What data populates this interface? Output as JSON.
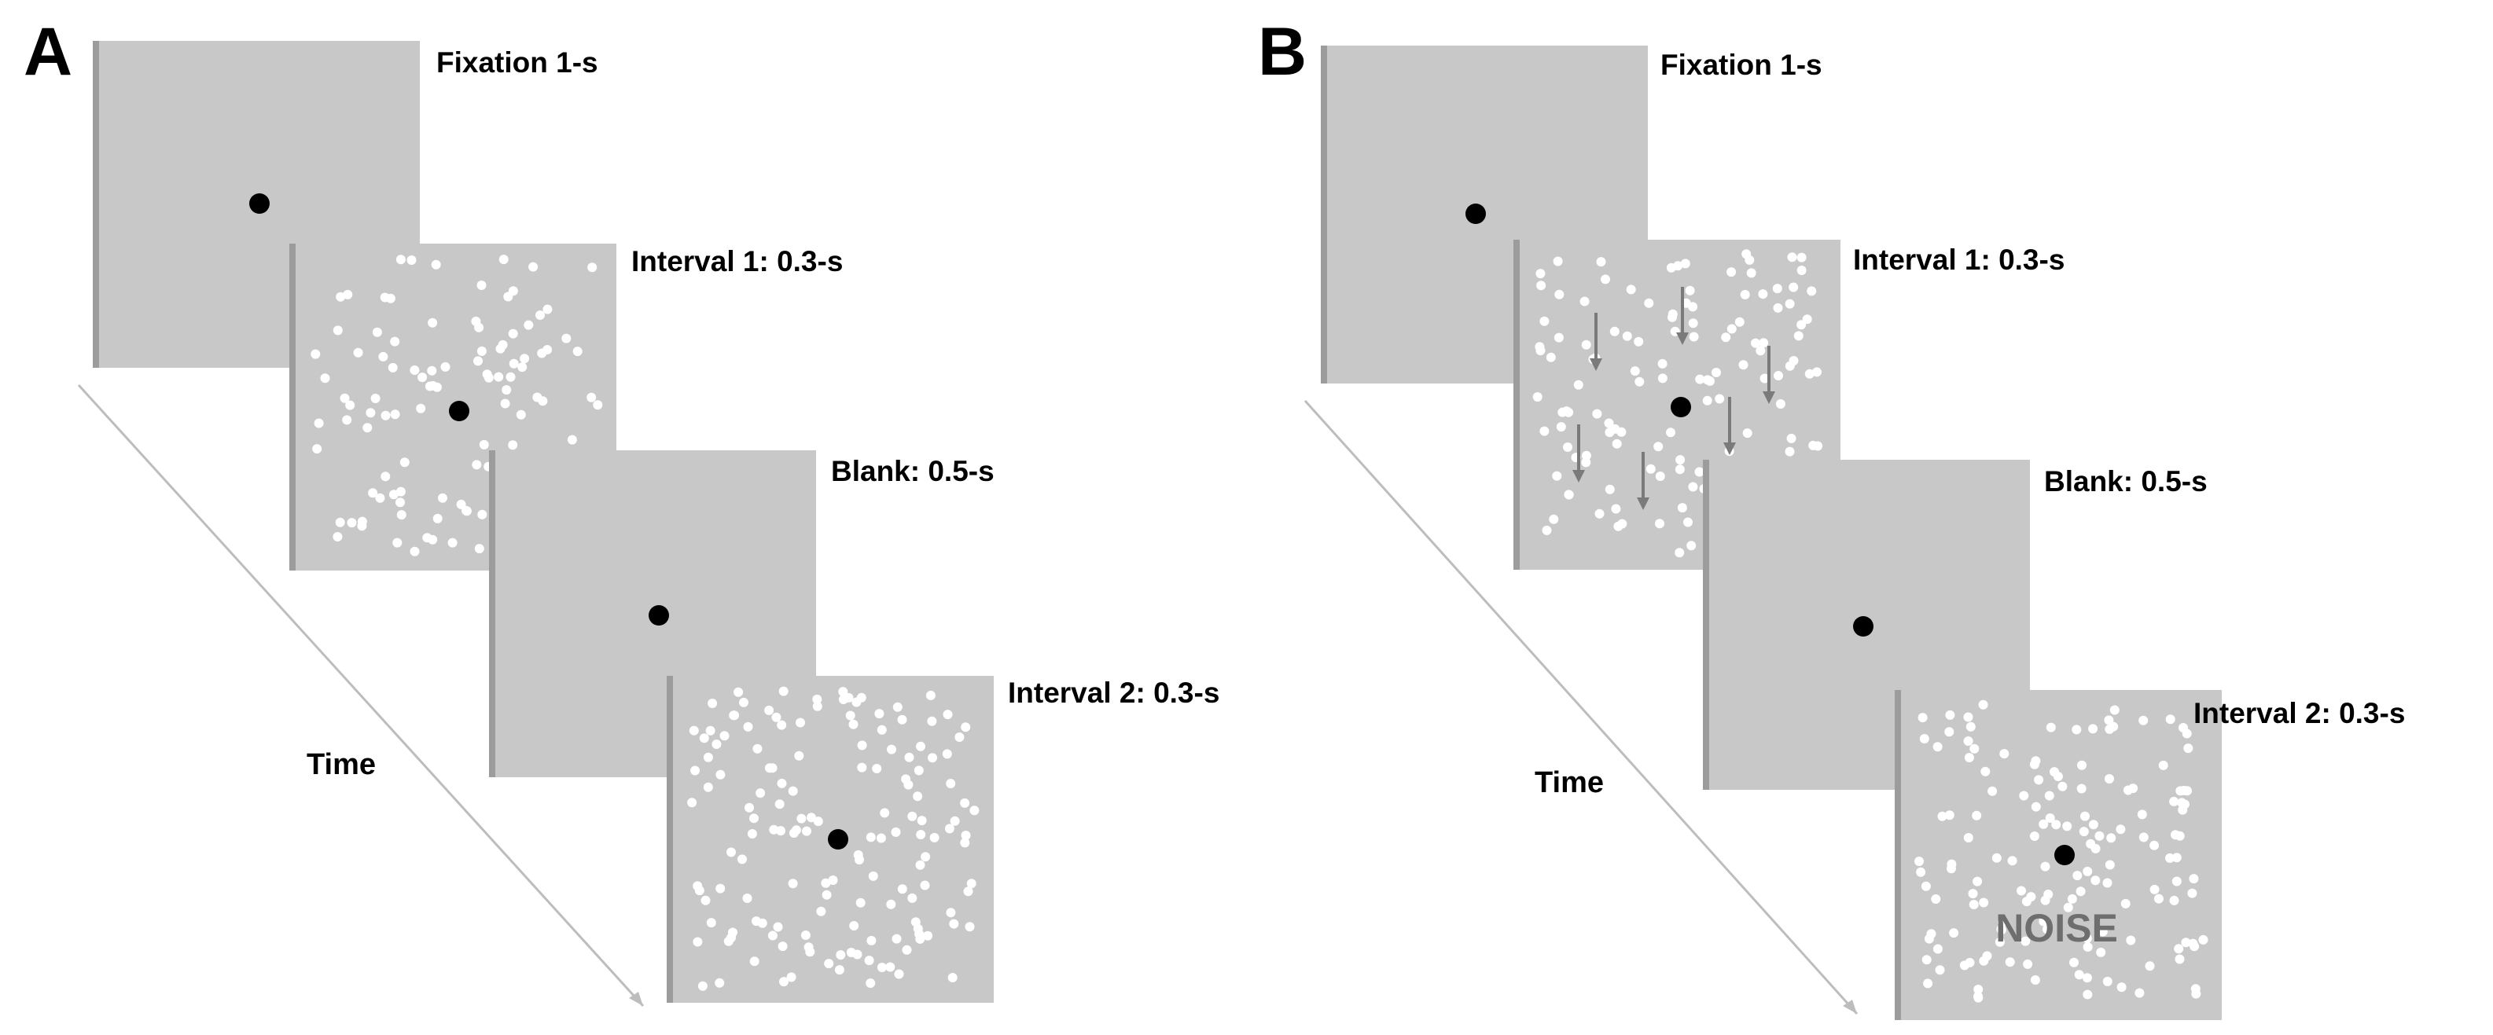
{
  "panels": [
    {
      "letter": "A",
      "time_label": "Time",
      "frames": [
        {
          "label": "Fixation 1-s",
          "content": "fixation"
        },
        {
          "label": "Interval 1: 0.3-s",
          "content": "dots"
        },
        {
          "label": "Blank: 0.5-s",
          "content": "fixation"
        },
        {
          "label": "Interval 2: 0.3-s",
          "content": "dots"
        }
      ]
    },
    {
      "letter": "B",
      "time_label": "Time",
      "frames": [
        {
          "label": "Fixation 1-s",
          "content": "fixation"
        },
        {
          "label": "Interval 1: 0.3-s",
          "content": "dots with downward motion arrows"
        },
        {
          "label": "Blank: 0.5-s",
          "content": "fixation"
        },
        {
          "label": "Interval 2: 0.3-s",
          "content": "dots",
          "overlay_text": "NOISE"
        }
      ]
    }
  ],
  "colors": {
    "screen": "#c8c8c8",
    "screen_edge": "#9c9c9c",
    "dot": "#ffffff",
    "fixation": "#000000",
    "arrow": "#7a7a7a",
    "noise_text": "#6e6e6e",
    "time_line": "#bdbdbd",
    "text": "#000000"
  }
}
